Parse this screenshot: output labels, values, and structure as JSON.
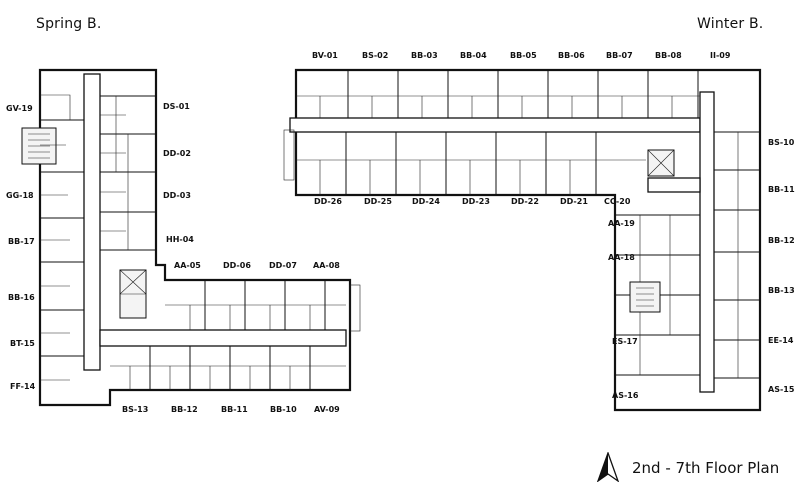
{
  "buildings": [
    {
      "name": "Spring B."
    },
    {
      "name": "Winter B."
    }
  ],
  "units": {
    "spring_left": [
      "GV-19",
      "GG-18",
      "BB-17",
      "BB-16",
      "BT-15",
      "FF-14"
    ],
    "spring_right": [
      "DS-01",
      "DD-02",
      "DD-03",
      "HH-04"
    ],
    "spring_wing_top": [
      "AA-05",
      "DD-06",
      "DD-07",
      "AA-08"
    ],
    "spring_wing_bottom": [
      "BS-13",
      "BB-12",
      "BB-11",
      "BB-10",
      "AV-09"
    ],
    "winter_top": [
      "BV-01",
      "BS-02",
      "BB-03",
      "BB-04",
      "BB-05",
      "BB-06",
      "BB-07",
      "BB-08",
      "II-09"
    ],
    "winter_bottom": [
      "DD-26",
      "DD-25",
      "DD-24",
      "DD-23",
      "DD-22",
      "DD-21",
      "CC-20"
    ],
    "winter_east_right": [
      "BS-10",
      "BB-11",
      "BB-12",
      "BB-13",
      "EE-14",
      "AS-15"
    ],
    "winter_east_left": [
      "AA-19",
      "AA-18",
      "ES-17",
      "AS-16"
    ]
  },
  "legend": {
    "icon": "north-arrow-icon",
    "text": "2nd - 7th Floor Plan"
  }
}
